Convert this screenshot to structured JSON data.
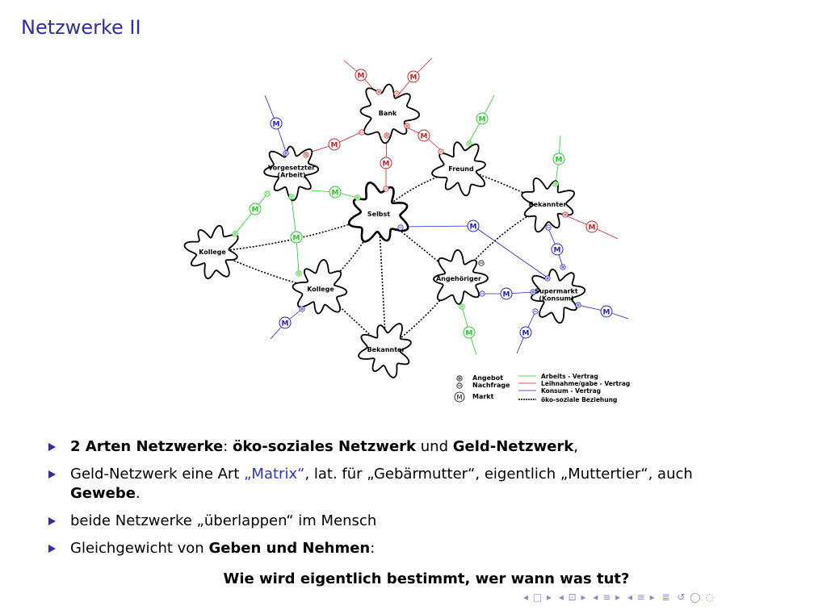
{
  "title": "Netzwerke II",
  "diagram": {
    "nodes": [
      {
        "id": "bank",
        "label": "Bank"
      },
      {
        "id": "vorg",
        "label": "Vorgesetzter\n(Arbeit)"
      },
      {
        "id": "freund",
        "label": "Freund"
      },
      {
        "id": "selbst",
        "label": "Selbst"
      },
      {
        "id": "bek1",
        "label": "Bekannter"
      },
      {
        "id": "kollege1",
        "label": "Kollege"
      },
      {
        "id": "kollege2",
        "label": "Kollege"
      },
      {
        "id": "angeh",
        "label": "Angehöriger"
      },
      {
        "id": "super",
        "label": "Supermarkt\n(Konsum)"
      },
      {
        "id": "bek2",
        "label": "Bekannter"
      }
    ],
    "market_symbol": "M",
    "legend": {
      "angebot": "Angebot",
      "nachfrage": "Nachfrage",
      "markt": "Markt",
      "arbeit": "Arbeits - Vertrag",
      "leih": "Leihnahme/gabe - Vertrag",
      "konsum": "Konsum - Vertrag",
      "oeko": "öko-soziale Beziehung"
    },
    "colors": {
      "arbeit": "#22cc22",
      "leih": "#cc2222",
      "konsum": "#2222cc",
      "oeko": "#000000"
    }
  },
  "bullets": [
    {
      "parts": [
        {
          "t": "2 Arten Netzwerke",
          "b": true
        },
        {
          "t": ": "
        },
        {
          "t": "öko-soziales Netzwerk",
          "b": true
        },
        {
          "t": " und "
        },
        {
          "t": "Geld-Netzwerk",
          "b": true
        },
        {
          "t": ","
        }
      ]
    },
    {
      "parts": [
        {
          "t": "Geld-Netzwerk eine Art "
        },
        {
          "t": "„Matrix“",
          "c": "blue"
        },
        {
          "t": ", lat. für „Gebärmutter“, eigentlich „Muttertier“, auch "
        },
        {
          "t": "Gewebe",
          "b": true
        },
        {
          "t": "."
        }
      ]
    },
    {
      "parts": [
        {
          "t": "beide Netzwerke „überlappen“ im Mensch"
        }
      ]
    },
    {
      "parts": [
        {
          "t": "Gleichgewicht von "
        },
        {
          "t": "Geben und Nehmen",
          "b": true
        },
        {
          "t": ":"
        }
      ]
    }
  ],
  "question": "Wie wird eigentlich bestimmt, wer wann was tut?"
}
